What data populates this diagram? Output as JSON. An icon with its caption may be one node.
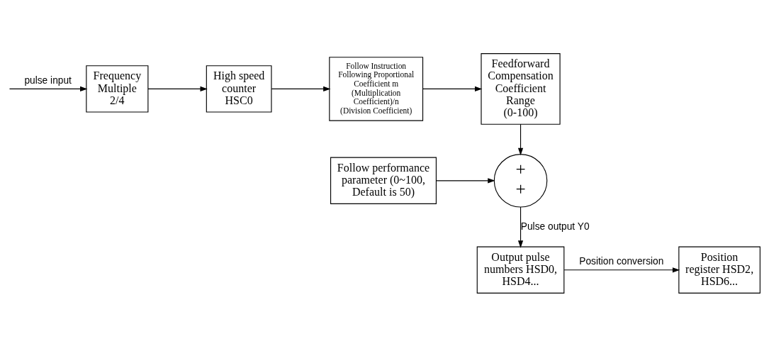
{
  "diagram": {
    "nodes": [
      {
        "text": [
          "Frequency Multiple 2/4"
        ]
      },
      {
        "text": [
          "High speed counter HSC0"
        ]
      },
      {
        "text": [
          "Follow Instruction Following Proportional Coefficient m (Multiplication Coefficient)/n (Division Coefficient)"
        ]
      },
      {
        "text": [
          "Feedforward Compensation Coefficient Range (0-100)"
        ]
      },
      {
        "text": [
          "+",
          "+"
        ]
      },
      {
        "text": [
          "Follow performance parameter (0~100, Default is 50)"
        ]
      },
      {
        "text": [
          "Output pulse numbers HSD0, HSD4..."
        ]
      },
      {
        "text": [
          "Position register HSD2, HSD6..."
        ]
      }
    ],
    "edges": [
      {
        "from": null,
        "to": 0,
        "arrow": "to",
        "label": "pulse input"
      },
      {
        "from": 0,
        "to": 1,
        "arrow": "to"
      },
      {
        "from": 1,
        "to": 2,
        "arrow": "to"
      },
      {
        "from": 2,
        "to": 3,
        "arrow": "to"
      },
      {
        "from": 3,
        "to": 4,
        "arrow": "to"
      },
      {
        "from": 5,
        "to": 4,
        "arrow": "to"
      },
      {
        "from": 4,
        "to": 6,
        "arrow": "to",
        "label": "Pulse output Y0"
      },
      {
        "from": 6,
        "to": 7,
        "arrow": "to",
        "label": "Position conversion"
      }
    ]
  }
}
